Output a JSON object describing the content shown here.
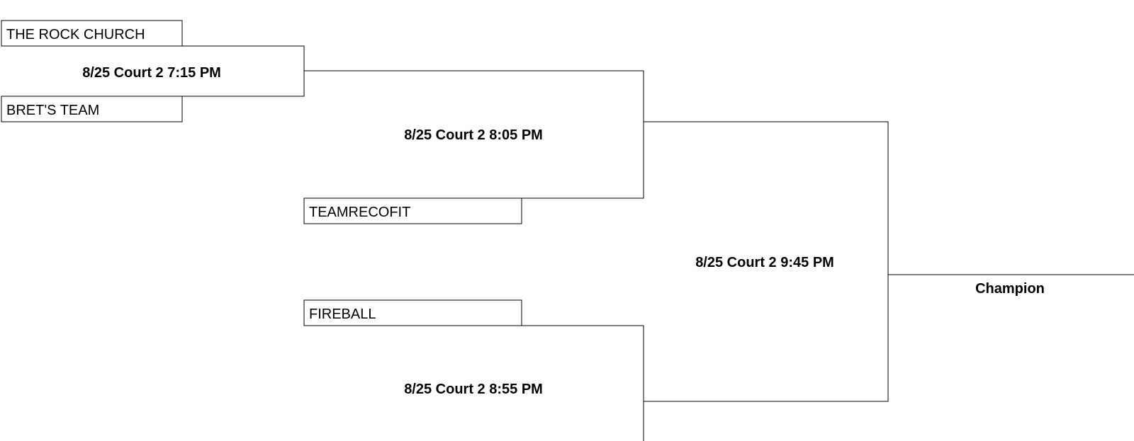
{
  "bracket": {
    "teams": [
      "THE ROCK CHURCH",
      "BRET'S TEAM",
      "TEAMRECOFIT",
      "FIREBALL"
    ],
    "games": [
      "8/25 Court 2 7:15 PM",
      "8/25 Court 2 8:05 PM",
      "8/25 Court 2 8:55 PM",
      "8/25 Court 2 9:45 PM"
    ],
    "champion_label": "Champion"
  }
}
